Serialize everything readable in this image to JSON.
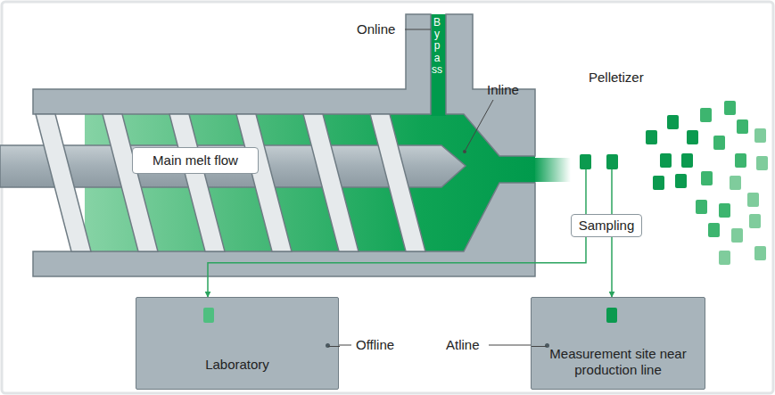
{
  "diagram": {
    "nodes": [
      {
        "text": [
          "Main melt flow"
        ]
      },
      {
        "text": [
          "Sampling"
        ]
      },
      {
        "text": [
          "Laboratory"
        ]
      },
      {
        "text": [
          "Measurement site near production line"
        ]
      }
    ],
    "edges": [
      {
        "from": 1,
        "to": 2,
        "arrow": "to"
      },
      {
        "from": 1,
        "to": 3,
        "arrow": "to"
      }
    ],
    "labels": [
      "Online",
      "Bypass",
      "Inline",
      "Pelletizer",
      "Offline",
      "Atline"
    ]
  }
}
